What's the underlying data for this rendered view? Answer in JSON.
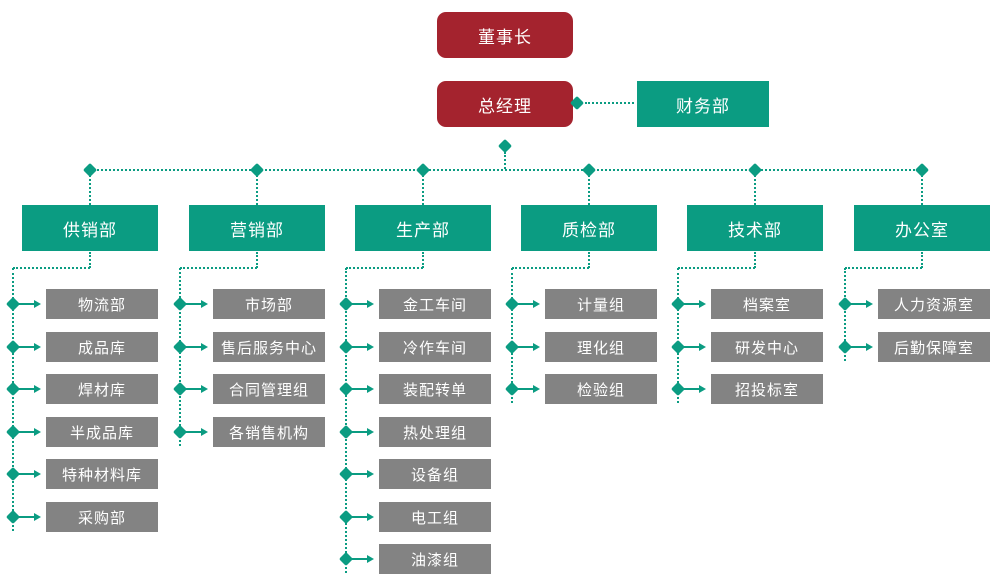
{
  "chart": {
    "type": "org-chart",
    "colors": {
      "executive_box": "#A4232E",
      "department_box": "#0B9C82",
      "unit_box": "#838383",
      "connector": "#0B9C82",
      "text": "#FFFFFF"
    },
    "chairman": {
      "label": "董事长"
    },
    "general_manager": {
      "label": "总经理"
    },
    "finance": {
      "label": "财务部"
    },
    "departments": [
      {
        "label": "供销部",
        "children": [
          "物流部",
          "成品库",
          "焊材库",
          "半成品库",
          "特种材料库",
          "采购部"
        ]
      },
      {
        "label": "营销部",
        "children": [
          "市场部",
          "售后服务中心",
          "合同管理组",
          "各销售机构"
        ]
      },
      {
        "label": "生产部",
        "children": [
          "金工车间",
          "冷作车间",
          "装配转单",
          "热处理组",
          "设备组",
          "电工组",
          "油漆组"
        ]
      },
      {
        "label": "质检部",
        "children": [
          "计量组",
          "理化组",
          "检验组"
        ]
      },
      {
        "label": "技术部",
        "children": [
          "档案室",
          "研发中心",
          "招投标室"
        ]
      },
      {
        "label": "办公室",
        "children": [
          "人力资源室",
          "后勤保障室"
        ]
      }
    ]
  }
}
